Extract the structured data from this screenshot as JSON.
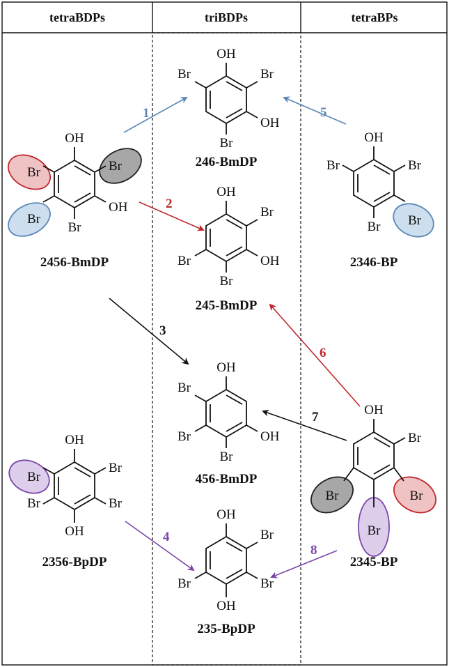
{
  "headers": {
    "left": "tetraBDPs",
    "middle": "triBDPs",
    "right": "tetraBPs"
  },
  "atoms": {
    "oh": "OH",
    "br": "Br"
  },
  "compounds": {
    "c246": "246-BmDP",
    "c245": "245-BmDP",
    "c456": "456-BmDP",
    "c235": "235-BpDP",
    "c2456": "2456-BmDP",
    "c2356": "2356-BpDP",
    "c2346": "2346-BP",
    "c2345": "2345-BP"
  },
  "arrows": {
    "a1": "1",
    "a2": "2",
    "a3": "3",
    "a4": "4",
    "a5": "5",
    "a6": "6",
    "a7": "7",
    "a8": "8"
  },
  "colors": {
    "blue": "#5b87b5",
    "red": "#c0282d",
    "black": "#111111",
    "purple": "#7a46a8",
    "highlight_red": "#e8a9a9",
    "highlight_blue": "#bcd3ea",
    "highlight_gray": "#8a8a8a",
    "highlight_purple": "#d2bfe6"
  }
}
